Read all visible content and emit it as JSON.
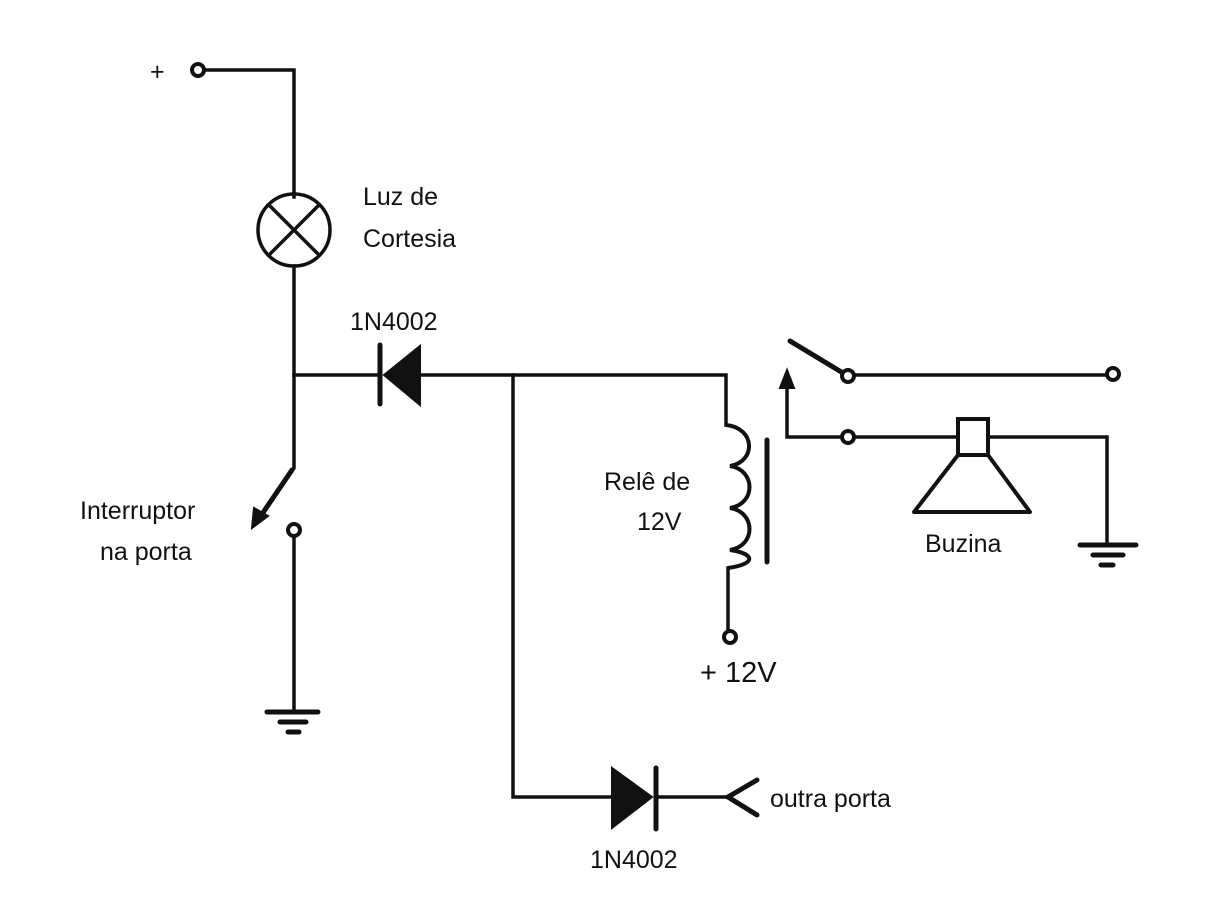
{
  "diagram": {
    "title": "",
    "labels": {
      "supply_plus": "+",
      "lamp_line1": "Luz de",
      "lamp_line2": "Cortesia",
      "diode_top": "1N4002",
      "door_switch_line1": "Interruptor",
      "door_switch_line2": "na porta",
      "relay_line1": "Relê de",
      "relay_line2": "12V",
      "relay_supply": "+ 12V",
      "horn": "Buzina",
      "other_door": "outra porta",
      "diode_bottom": "1N4002"
    },
    "components": [
      {
        "id": "supply",
        "type": "terminal",
        "label": "+"
      },
      {
        "id": "lamp",
        "type": "lamp",
        "label": "Luz de Cortesia"
      },
      {
        "id": "d1",
        "type": "diode",
        "part": "1N4002",
        "orientation": "cathode-left"
      },
      {
        "id": "door_switch",
        "type": "switch",
        "label": "Interruptor na porta"
      },
      {
        "id": "relay",
        "type": "relay-coil",
        "label": "Relê de 12V",
        "supply": "+ 12V"
      },
      {
        "id": "relay_contact",
        "type": "switch",
        "label": ""
      },
      {
        "id": "horn",
        "type": "horn",
        "label": "Buzina"
      },
      {
        "id": "d2",
        "type": "diode",
        "part": "1N4002",
        "orientation": "cathode-right"
      },
      {
        "id": "other_door",
        "type": "connector",
        "label": "outra porta"
      },
      {
        "id": "gnd1",
        "type": "ground"
      },
      {
        "id": "gnd2",
        "type": "ground"
      }
    ],
    "colors": {
      "ink": "#111111",
      "paper": "#ffffff"
    }
  }
}
